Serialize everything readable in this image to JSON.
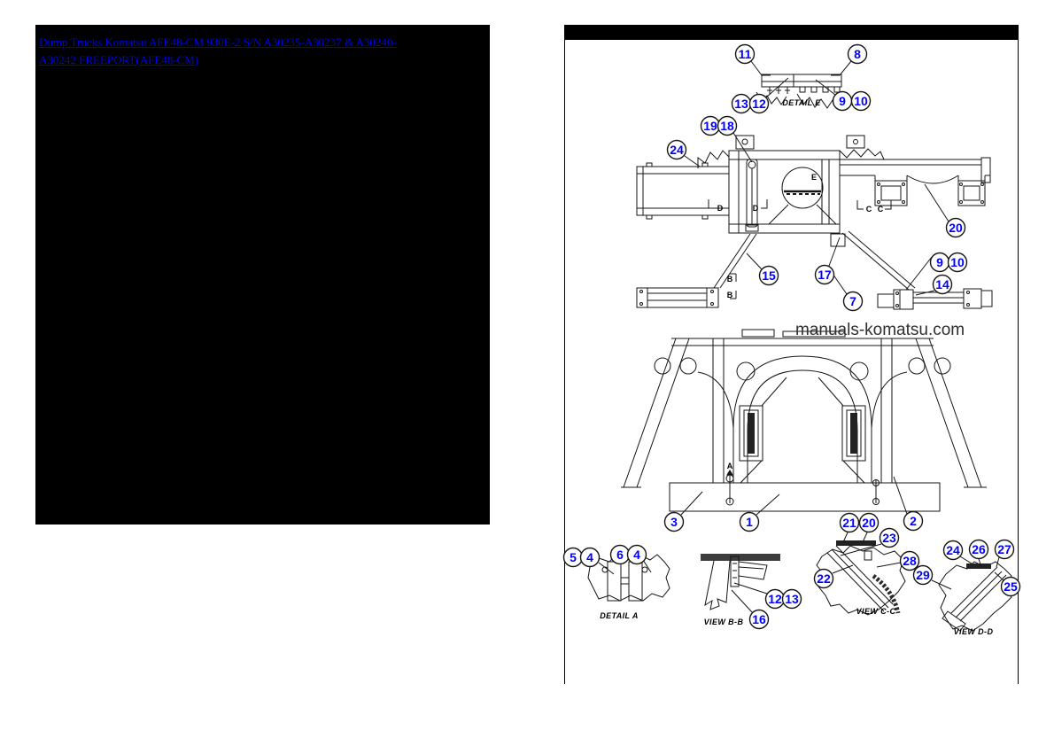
{
  "left_panel": {
    "background": "#000000",
    "link_text": "Dump Trucks Komatsu AFE48-CM 930E-2 S/N A30235-A30237 & A30240-A30242 FREEPORT(AFE48-CM)",
    "link_color": "#0000ee"
  },
  "diagram": {
    "top_bar_color": "#000000",
    "watermark": "manuals-komatsu.com",
    "callout_color": "#0000ff",
    "labels": {
      "detail_e": "DETAIL E",
      "detail_a": "DETAIL A",
      "view_bb": "VIEW B-B",
      "view_cc": "VIEW C-C",
      "view_dd": "VIEW D-D"
    },
    "section_marks": {
      "e": "E",
      "a": "A",
      "d1": "D",
      "d2": "D",
      "c1": "C",
      "c2": "C",
      "b1": "B",
      "b2": "B"
    },
    "callouts": [
      "11",
      "8",
      "13",
      "12",
      "9",
      "10",
      "19",
      "18",
      "24",
      "20",
      "15",
      "17",
      "7",
      "9",
      "10",
      "14",
      "3",
      "1",
      "2",
      "5",
      "4",
      "6",
      "4",
      "12",
      "13",
      "16",
      "22",
      "21",
      "20",
      "23",
      "28",
      "29",
      "24",
      "26",
      "27",
      "25"
    ]
  }
}
